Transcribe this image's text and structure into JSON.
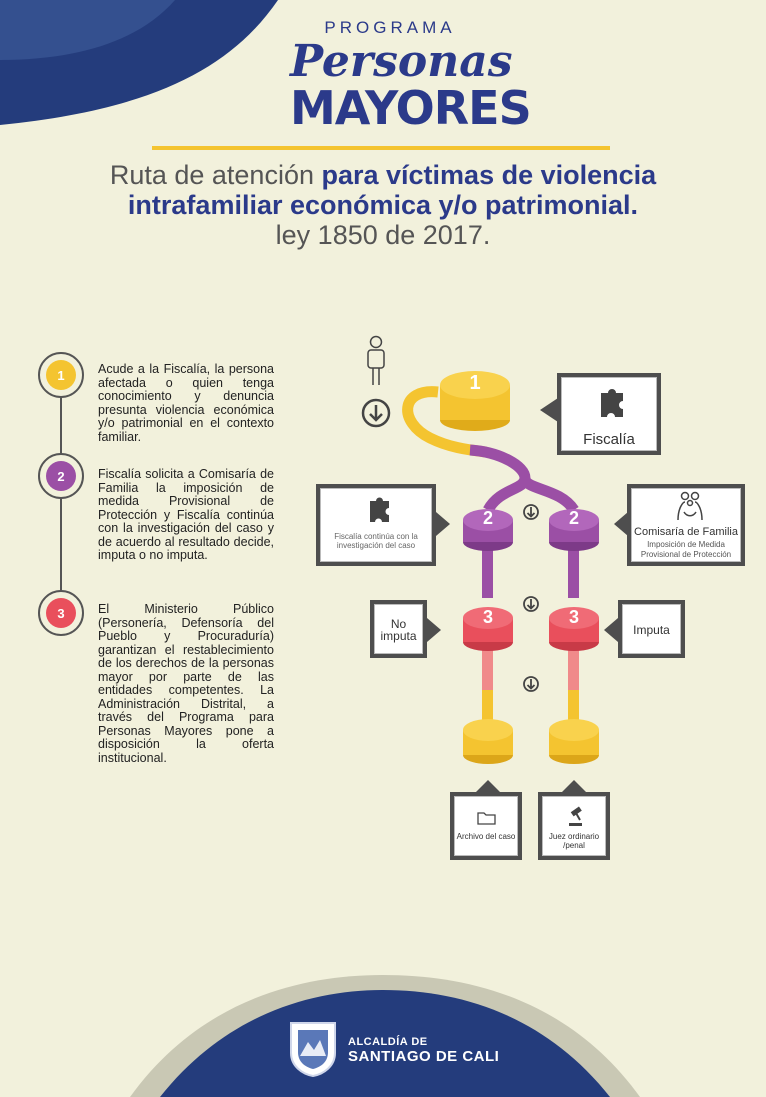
{
  "header": {
    "program": "PROGRAMA",
    "brand_line1": "Personas",
    "brand_line2": "MAYORES"
  },
  "title": {
    "part1_plain": "Ruta de atención ",
    "part1_bold": "para víctimas de violencia",
    "line2": "intrafamiliar económica y/o patrimonial.",
    "line3": "ley 1850 de 2017."
  },
  "steps": [
    {
      "number": "1",
      "color": "#f4c430",
      "text": "Acude a la Fiscalía, la persona afectada o quien tenga conocimiento y denuncia presunta violencia económica y/o patrimonial en el contexto familiar."
    },
    {
      "number": "2",
      "color": "#9b4fa5",
      "text": "Fiscalía solicita a Comisaría de Familia la imposición de medida Provisional de Protección y Fiscalía continúa con la investigación del caso y de acuerdo al resultado decide, imputa o no imputa."
    },
    {
      "number": "3",
      "color": "#e94f5c",
      "text": "El Ministerio Público (Personería, Defensoría del Pueblo y Procuraduría) garantizan el restablecimiento de los derechos de la personas mayor por parte de las entidades competentes. La Administración Distrital, a través del Programa para Personas Mayores pone a disposición la oferta institucional."
    }
  ],
  "flow": {
    "node1": "1",
    "node2": "2",
    "node3": "3",
    "fiscalia": "Fiscalía",
    "fiscalia_continua": "Fiscalía continúa con la investigación del caso",
    "comisaria_title": "Comisaría de Familia",
    "comisaria_sub": "Imposición de Medida Provisional de Protección",
    "no_imputa": "No imputa",
    "imputa": "Imputa",
    "archivo": "Archivo del caso",
    "juez": "Juez ordinario /penal"
  },
  "footer": {
    "line1": "ALCALDÍA DE",
    "line2": "SANTIAGO DE CALI"
  },
  "colors": {
    "navy": "#243c7c",
    "yellow": "#f4c430",
    "purple": "#9b4fa5",
    "red": "#e94f5c",
    "pink": "#f08a8a"
  }
}
